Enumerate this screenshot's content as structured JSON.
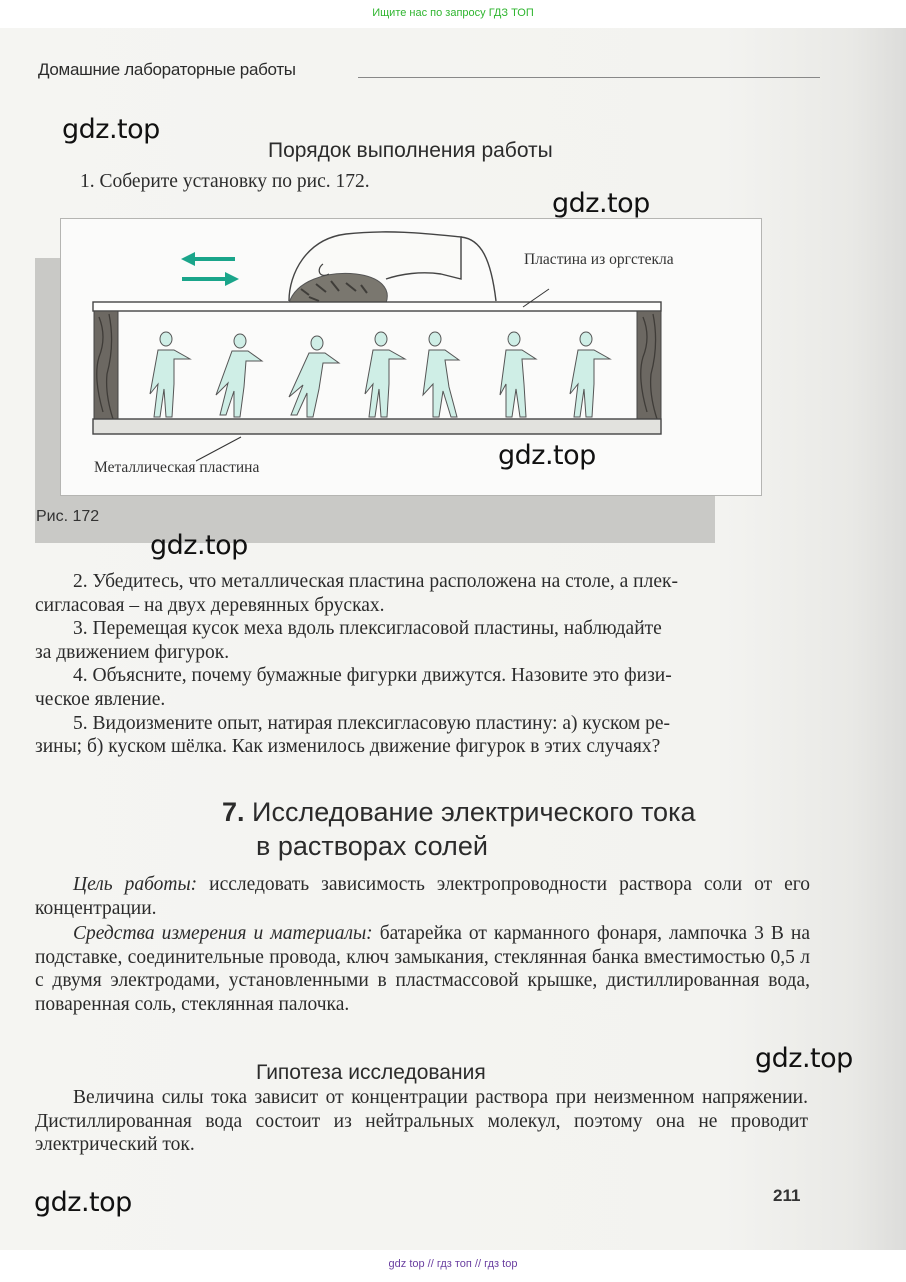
{
  "watermarks": {
    "top": "Ищите нас по запросу ГДЗ ТОП",
    "bottom": "gdz top  //  гдз топ  //  гдз top",
    "stamp": "gdz.top"
  },
  "header": {
    "running_head": "Домашние лабораторные работы"
  },
  "procedure": {
    "title": "Порядок выполнения работы",
    "step1": "1. Соберите установку по рис. 172.",
    "steps": [
      {
        "first": "2. Убедитесь, что металлическая пластина расположена на столе, а плек-",
        "rest": "сигласовая – на двух деревянных брусках."
      },
      {
        "first": "3. Перемещая кусок меха вдоль плексигласовой пластины, наблюдайте",
        "rest": "за движением фигурок."
      },
      {
        "first": "4. Объясните, почему бумажные фигурки движутся. Назовите это физи-",
        "rest": "ческое явление."
      },
      {
        "first": "5. Видоизмените опыт, натирая плексигласовую пластину: а) куском ре-",
        "rest": "зины; б) куском шёлка. Как изменилось движение фигурок в этих случаях?"
      }
    ]
  },
  "figure": {
    "label_top": "Пластина из оргстекла",
    "label_bottom": "Металлическая пластина",
    "caption": "Рис. 172",
    "figure_count": 7,
    "arrow_color": "#1aa58a",
    "figure_color": "#cfeee6"
  },
  "chapter": {
    "number": "7.",
    "title_line1": "Исследование электрического тока",
    "title_line2": "в растворах солей"
  },
  "goal": {
    "label": "Цель работы:",
    "text": " исследовать зависимость электропроводности раствора соли от его концентрации."
  },
  "materials": {
    "label": "Средства измерения и материалы:",
    "text": " батарейка от карманного фонаря, лампочка 3 В на подставке, соединительные провода, ключ замыкания, стеклянная банка вместимостью 0,5 л с двумя электродами, установленными в пластмассовой крышке, дистиллированная вода, поваренная соль, стеклянная палочка."
  },
  "hypothesis": {
    "title": "Гипотеза исследования",
    "text": "Величина силы тока зависит от концентрации раствора при неизменном напряжении. Дистиллированная вода состоит из нейтральных молекул, поэтому она не проводит электрический ток."
  },
  "footer": {
    "page_number": "211"
  }
}
